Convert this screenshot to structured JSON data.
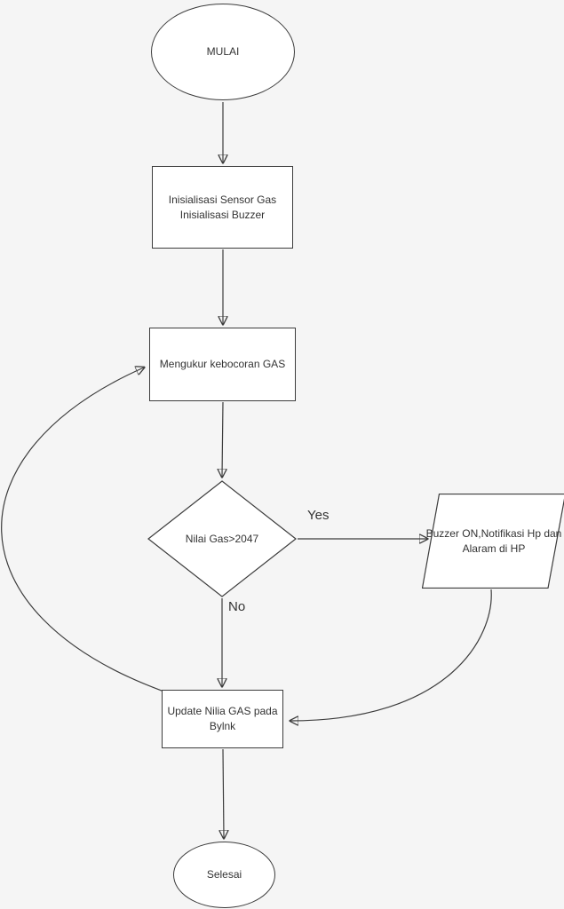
{
  "canvas": {
    "kind": "flowchart",
    "colors": {
      "background": "#f5f5f5",
      "node_fill": "#ffffff",
      "stroke": "#3c3c3c",
      "text": "#333333"
    }
  },
  "nodes": {
    "start": {
      "shape": "ellipse",
      "label": "MULAI"
    },
    "init": {
      "shape": "process",
      "lines": [
        "Inisialisasi Sensor Gas",
        "Inisialisasi Buzzer"
      ]
    },
    "measure": {
      "shape": "process",
      "label": "Mengukur kebocoran GAS"
    },
    "decision": {
      "shape": "diamond",
      "label": "Nilai Gas>2047"
    },
    "buzzer": {
      "shape": "parallelogram",
      "lines": [
        "Buzzer ON,Notifikasi Hp dan",
        "Alaram di HP"
      ]
    },
    "update": {
      "shape": "process",
      "lines": [
        "Update Nilia GAS pada",
        "Bylnk"
      ]
    },
    "end": {
      "shape": "ellipse",
      "label": "Selesai"
    }
  },
  "edges": {
    "yes_label": "Yes",
    "no_label": "No"
  }
}
